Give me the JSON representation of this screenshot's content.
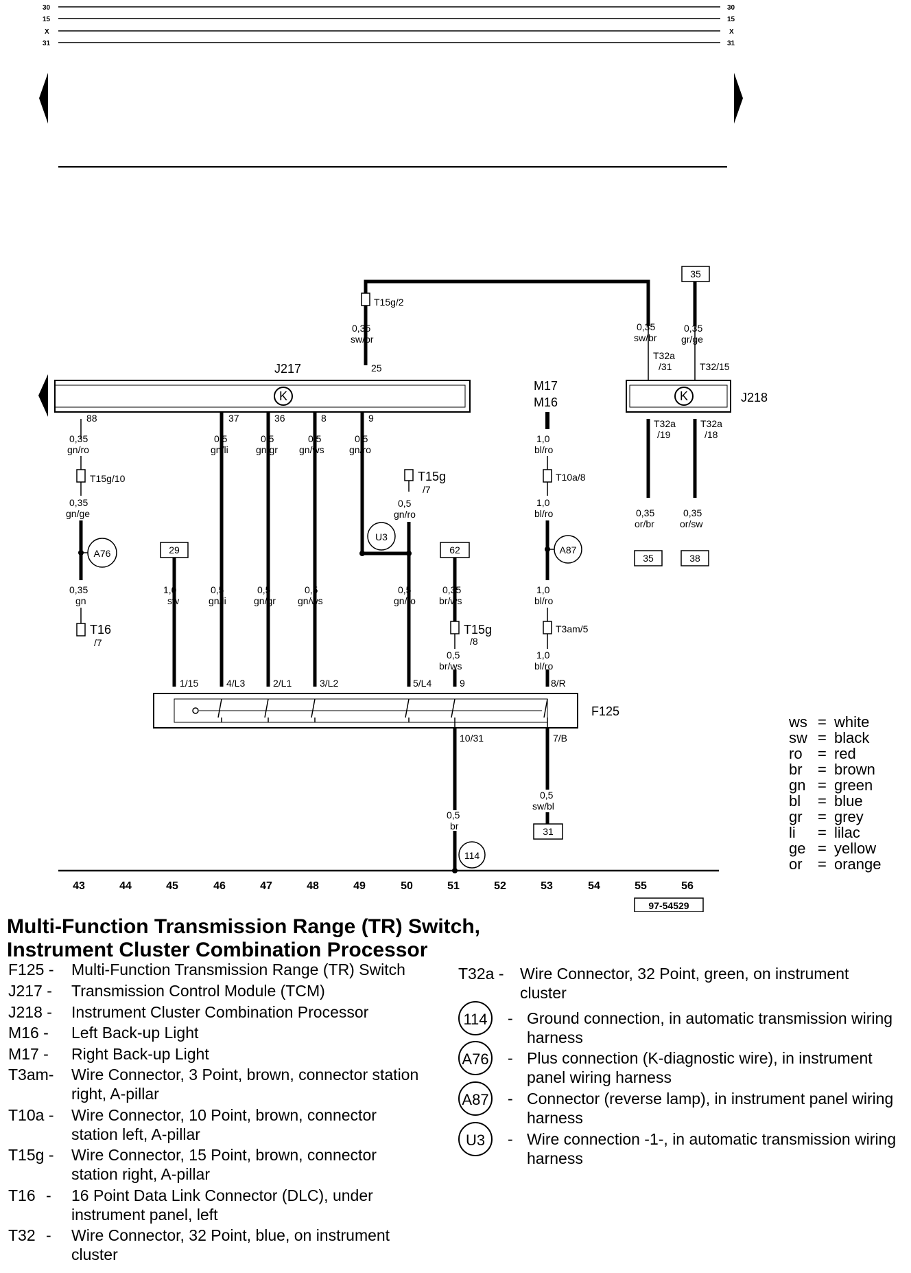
{
  "bus_lines": [
    "30",
    "15",
    "X",
    "31"
  ],
  "components": {
    "j217": "J217",
    "j218": "J218",
    "f125": "F125",
    "m17": "M17",
    "m16": "M16",
    "k_symbol": "K"
  },
  "circles": {
    "u3": "U3",
    "a76": "A76",
    "a87": "A87",
    "g114": "114"
  },
  "boxes": {
    "b35_top": "35",
    "b29": "29",
    "b62": "62",
    "b35_bot": "35",
    "b38": "38",
    "b31": "31",
    "ref": "97-54529"
  },
  "connectors": {
    "t15g_2": "T15g/2",
    "t15g_10": "T15g/10",
    "t15g_7a": "T15g",
    "t15g_7b": "/7",
    "t10a_8": "T10a/8",
    "t16a": "T16",
    "t16b": "/7",
    "t15g_8a": "T15g",
    "t15g_8b": "/8",
    "t3am_5": "T3am/5",
    "t32a_31a": "T32a",
    "t32a_31b": "/31",
    "t32_15": "T32/15",
    "t32a_19a": "T32a",
    "t32a_19b": "/19",
    "t32a_18a": "T32a",
    "t32a_18b": "/18"
  },
  "pins": {
    "p25": "25",
    "p88": "88",
    "p37": "37",
    "p36": "36",
    "p8": "8",
    "p9": "9",
    "f1_15": "1/15",
    "f4_l3": "4/L3",
    "f2_l1": "2/L1",
    "f3_l2": "3/L2",
    "f5_l4": "5/L4",
    "f9": "9",
    "f8_r": "8/R",
    "f10_31": "10/31",
    "f7_b": "7/B"
  },
  "wires": {
    "w_top_sz": "0,35",
    "w_top_c": "sw/br",
    "w88_sz": "0,35",
    "w88_c": "gn/ro",
    "w37_sz": "0,5",
    "w37_c": "gn/li",
    "w36_sz": "0,5",
    "w36_c": "gn/gr",
    "w8_sz": "0,5",
    "w8_c": "gn/ws",
    "w9_sz": "0,5",
    "w9_c": "gn/ro",
    "wm_sz": "1,0",
    "wm_c": "bl/ro",
    "wm2_sz": "1,0",
    "wm2_c": "bl/ro",
    "wm3_sz": "1,0",
    "wm3_c": "bl/ro",
    "wm4_sz": "1,0",
    "wm4_c": "bl/ro",
    "wa76_sz": "0,35",
    "wa76_c": "gn/ge",
    "wt16_sz": "0,35",
    "wt16_c": "gn",
    "w29_sz": "1,0",
    "w29_c": "sw",
    "w46_sz": "0,5",
    "w46_c": "gn/li",
    "w47_sz": "0,5",
    "w47_c": "gn/gr",
    "w48_sz": "0,5",
    "w48_c": "gn/ws",
    "w50a_sz": "0,5",
    "w50a_c": "gn/ro",
    "w50b_sz": "0,5",
    "w50b_c": "gn/ro",
    "w62_sz": "0,35",
    "w62_c": "br/ws",
    "w51_sz": "0,5",
    "w51_c": "br/ws",
    "w55a_sz": "0,35",
    "w55a_c": "sw/br",
    "w56a_sz": "0,35",
    "w56a_c": "gr/ge",
    "w55b_sz": "0,35",
    "w55b_c": "or/br",
    "w56b_sz": "0,35",
    "w56b_c": "or/sw",
    "wgnd_sz": "0,5",
    "wgnd_c": "br",
    "w53b_sz": "0,5",
    "w53b_c": "sw/bl"
  },
  "grid_numbers": [
    "43",
    "44",
    "45",
    "46",
    "47",
    "48",
    "49",
    "50",
    "51",
    "52",
    "53",
    "54",
    "55",
    "56"
  ],
  "color_legend": [
    {
      "abbr": "ws",
      "name": "white"
    },
    {
      "abbr": "sw",
      "name": "black"
    },
    {
      "abbr": "ro",
      "name": "red"
    },
    {
      "abbr": "br",
      "name": "brown"
    },
    {
      "abbr": "gn",
      "name": "green"
    },
    {
      "abbr": "bl",
      "name": "blue"
    },
    {
      "abbr": "gr",
      "name": "grey"
    },
    {
      "abbr": "li",
      "name": "lilac"
    },
    {
      "abbr": "ge",
      "name": "yellow"
    },
    {
      "abbr": "or",
      "name": "orange"
    }
  ],
  "title": {
    "line1": "Multi-Function Transmission Range (TR) Switch,",
    "line2": "Instrument Cluster Combination Processor"
  },
  "legend_left": [
    {
      "code": "F125 -",
      "desc": "Multi-Function Transmission Range (TR) Switch"
    },
    {
      "code": "J217 -",
      "desc": "Transmission Control Module (TCM)"
    },
    {
      "code": "J218 -",
      "desc": "Instrument Cluster Combination Processor"
    },
    {
      "code": "M16 -",
      "desc": "Left Back-up Light"
    },
    {
      "code": "M17 -",
      "desc": "Right Back-up Light"
    },
    {
      "code": "T3am-",
      "desc": "Wire Connector, 3 Point, brown, connector station right, A-pillar"
    },
    {
      "code": "T10a -",
      "desc": "Wire Connector, 10 Point, brown, connector station left, A-pillar"
    },
    {
      "code": "T15g -",
      "desc": "Wire Connector, 15 Point, brown, connector station right, A-pillar"
    },
    {
      "code": "T16",
      "dash": "-",
      "desc": "16 Point Data Link Connector (DLC), under instrument panel, left"
    },
    {
      "code": "T32",
      "dash": "-",
      "desc": "Wire Connector, 32 Point, blue, on instrument cluster"
    }
  ],
  "legend_right": {
    "code": "T32a -",
    "desc": "Wire Connector, 32 Point, green, on instrument cluster"
  },
  "legend_circles": [
    {
      "label": "114",
      "desc": "Ground connection, in automatic transmission wiring harness"
    },
    {
      "label": "A76",
      "desc": "Plus connection (K-diagnostic wire), in instrument panel wiring harness"
    },
    {
      "label": "A87",
      "desc": "Connector (reverse lamp), in instrument panel wiring harness"
    },
    {
      "label": "U3",
      "desc": "Wire connection -1-, in automatic transmission wiring harness"
    }
  ]
}
